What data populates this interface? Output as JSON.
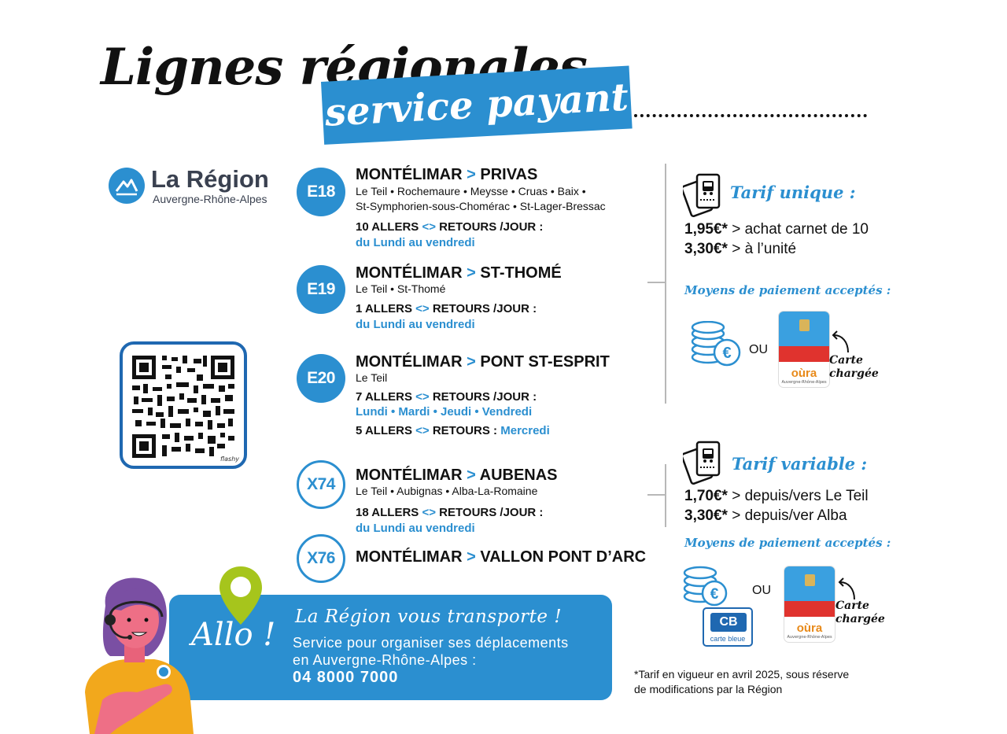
{
  "title": {
    "main": "Lignes régionales",
    "banner": "service payant"
  },
  "region": {
    "name": "La Région",
    "subtitle": "Auvergne-Rhône-Alpes"
  },
  "qr": {
    "tag": "flashy"
  },
  "routes": [
    {
      "code": "E18",
      "from": "MONTÉLIMAR",
      "to": "PRIVAS",
      "stops": [
        "Le Teil • Rochemaure • Meysse • Cruas • Baix •",
        "St-Symphorien-sous-Chomérac • St-Lager-Bressac"
      ],
      "freq_count": "10 ALLERS",
      "freq_rest": "RETOURS /JOUR :",
      "days": "du Lundi au vendredi"
    },
    {
      "code": "E19",
      "from": "MONTÉLIMAR",
      "to": "ST-THOMÉ",
      "stops": [
        "Le Teil • St-Thomé"
      ],
      "freq_count": "1 ALLERS",
      "freq_rest": "RETOURS /JOUR :",
      "days": "du Lundi au vendredi"
    },
    {
      "code": "E20",
      "from": "MONTÉLIMAR",
      "to": "PONT ST-ESPRIT",
      "stops": [
        "Le Teil"
      ],
      "freq_count": "7 ALLERS",
      "freq_rest": "RETOURS /JOUR :",
      "days": "Lundi • Mardi • Jeudi • Vendredi",
      "freq2_count": "5 ALLERS",
      "freq2_rest": "RETOURS :",
      "days2": "Mercredi"
    },
    {
      "code": "X74",
      "from": "MONTÉLIMAR",
      "to": "AUBENAS",
      "stops": [
        "Le Teil • Aubignas • Alba-La-Romaine"
      ],
      "freq_count": "18 ALLERS",
      "freq_rest": "RETOURS /JOUR :",
      "days": "du Lundi au vendredi"
    },
    {
      "code": "X76",
      "from": "MONTÉLIMAR",
      "to": "VALLON PONT D’ARC"
    }
  ],
  "route_arrow": ">",
  "freq_arrow": "<>",
  "tarif_unique": {
    "heading": "Tarif unique :",
    "line1_price": "1,95€*",
    "line1_text": " > achat carnet de 10",
    "line2_price": "3,30€*",
    "line2_text": " > à l’unité",
    "payment_heading": "Moyens de paiement acceptés :",
    "or": "OU",
    "card_label_1": "Carte",
    "card_label_2": "chargée"
  },
  "tarif_variable": {
    "heading": "Tarif variable :",
    "line1_price": "1,70€*",
    "line1_text": " > depuis/vers Le Teil",
    "line2_price": "3,30€*",
    "line2_text": " > depuis/ver Alba",
    "payment_heading": "Moyens de paiement acceptés :",
    "or": "OU",
    "card_label_1": "Carte",
    "card_label_2": "chargée",
    "cb_logo": "CB",
    "cb_label": "carte bleue"
  },
  "oura": {
    "brand": "oùra",
    "sub": "Auvergne-Rhône-Alpes"
  },
  "allo": {
    "word": "Allo !",
    "heading": "La Région vous transporte !",
    "line1": "Service pour organiser ses déplacements",
    "line2": "en Auvergne-Rhône-Alpes :",
    "phone": "04 8000 7000"
  },
  "footnote": {
    "line1": "*Tarif en vigueur en avril 2025, sous réserve",
    "line2": "de modifications par la Région"
  },
  "colors": {
    "brand_blue": "#2b8fd0",
    "dark_blue": "#1f68b1",
    "pin_green": "#a6c51c"
  }
}
